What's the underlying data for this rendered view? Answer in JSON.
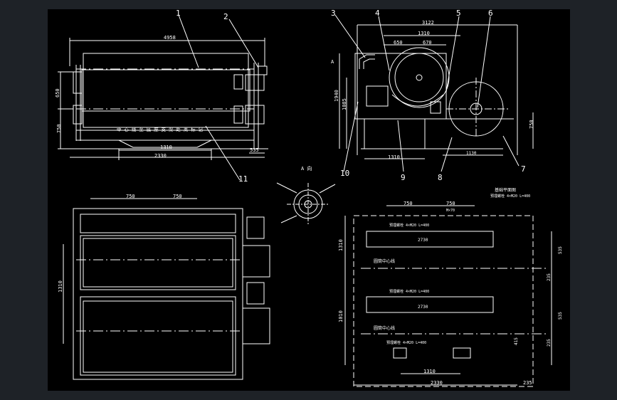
{
  "colors": {
    "background": "#1e2227",
    "sheet": "#000000",
    "line": "#ffffff",
    "dash": "#d8d8d8"
  },
  "front_view": {
    "dims": {
      "overall_length": "4958",
      "height_upper": "650",
      "height_lower": "750",
      "span": "1310",
      "base_length": "2330",
      "right_offset": "535"
    },
    "callouts": {
      "c1": "1",
      "c2": "2",
      "c11": "11"
    },
    "note": "中 心 线 至 底 座 支 架 距 离 标 记"
  },
  "side_view": {
    "dims": {
      "width_top": "3122",
      "span": "1310",
      "drum_gap": "650",
      "drum_gap2": "670",
      "height": "1940",
      "height2": "1085",
      "base_span": "1310",
      "dim_750": "750",
      "dim_b": "1130"
    },
    "callouts": {
      "c3": "3",
      "c4": "4",
      "c5": "5",
      "c6": "6",
      "c7": "7",
      "c8": "8",
      "c9": "9",
      "c10": "10"
    },
    "section_mark": "A"
  },
  "detail_view": {
    "label": "A  向"
  },
  "plan_view": {
    "dims": {
      "left": "750",
      "right": "750",
      "depth": "1310"
    }
  },
  "foundation": {
    "title": "基础平面图",
    "subtitle": "预埋螺栓  4×M20  L=400",
    "dims": {
      "d750a": "750",
      "d750b": "750",
      "pitch": "1310",
      "pitch2": "1010",
      "len1": "2730",
      "len2": "2730",
      "total": "2330",
      "right": "235",
      "r1": "535",
      "r2": "235",
      "r3": "535",
      "r4": "235",
      "r5": "415"
    },
    "labels": {
      "bolt1": "预埋螺栓 4×M20  L=400",
      "bolt2": "预埋螺栓 4×M20  L=400",
      "bolt3": "预埋螺栓 4×M20  L=400",
      "center1": "圆筒中心线",
      "center2": "圆筒中心线",
      "note_top": "M×70"
    }
  }
}
